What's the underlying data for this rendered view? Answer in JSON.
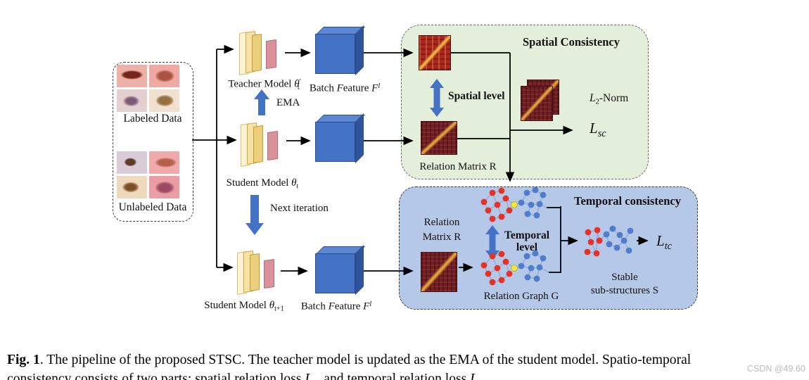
{
  "diagram": {
    "data_box": {
      "labeled_label": "Labeled Data",
      "unlabeled_label": "Unlabeled Data"
    },
    "models": {
      "teacher": {
        "prefix": "Teacher Model ",
        "theta": "θ",
        "prime": "′",
        "sub": "t"
      },
      "student": {
        "prefix": "Student Model ",
        "theta": "θ",
        "sub": "t"
      },
      "student_next": {
        "prefix": "Student Model ",
        "theta": "θ",
        "sub": "t+1"
      },
      "ema_label": "EMA",
      "next_iteration_label": "Next iteration"
    },
    "batch_feature": {
      "word1": "Batch ",
      "f1": "F",
      "word2": "eature ",
      "f2": "F",
      "sup": "l"
    },
    "spatial": {
      "title": "Spatial Consistency",
      "level_label": "Spatial level",
      "relation_matrix_label": "Relation Matrix R",
      "l2norm": {
        "base": "L",
        "sub": "2",
        "rest": "-Norm"
      },
      "loss": {
        "base": "L",
        "sub": "sc"
      }
    },
    "temporal": {
      "title": "Temporal consistency",
      "relation_matrix_line1": "Relation",
      "relation_matrix_line2": "Matrix R",
      "level_line1": "Temporal",
      "level_line2": "level",
      "relation_graph_label": "Relation Graph G",
      "stable_line1": "Stable",
      "stable_line2": "sub-structures S",
      "loss": {
        "base": "L",
        "sub": "tc"
      }
    }
  },
  "caption": {
    "fig_label": "Fig. 1",
    "line1": ". The pipeline of the proposed STSC. The teacher model is updated as the EMA of the student model. Spatio-temporal",
    "line2_pre": "consistency consists of two parts: spatial relation loss ",
    "lsc_base": "L",
    "lsc_sub": "sc",
    "line2_mid": " and temporal relation loss ",
    "ltc_base": "L",
    "ltc_sub": "tc",
    "line2_end": "."
  },
  "watermark": "CSDN @49.60",
  "colors": {
    "spatial_box_bg": "#e4efdb",
    "temporal_box_bg": "#b6c8e8",
    "accent_blue": "#4472c4",
    "matrix_bright_red": "#a82820",
    "matrix_dark_red": "#701d24",
    "graph_node_red": "#e53227",
    "graph_node_blue": "#4f7dc9",
    "graph_node_yellow": "#f3e73b"
  }
}
